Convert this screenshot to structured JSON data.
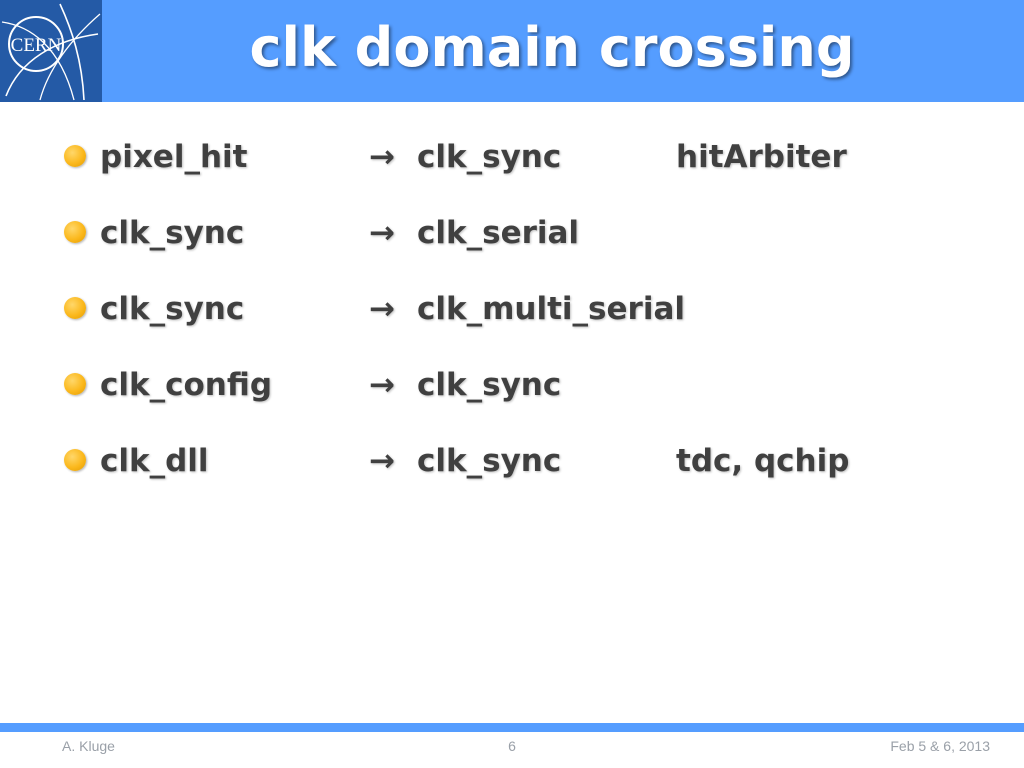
{
  "slide": {
    "title": "clk domain crossing",
    "logo_text": "CERN",
    "arrow_glyph": "→",
    "rows": [
      {
        "source": "pixel_hit",
        "target": "clk_sync",
        "note": "hitArbiter"
      },
      {
        "source": "clk_sync",
        "target": "clk_serial",
        "note": ""
      },
      {
        "source": "clk_sync",
        "target": "clk_multi_serial",
        "note": ""
      },
      {
        "source": "clk_config",
        "target": "clk_sync",
        "note": ""
      },
      {
        "source": "clk_dll",
        "target": "clk_sync",
        "note": "tdc, qchip"
      }
    ]
  },
  "footer": {
    "author": "A. Kluge",
    "page_number": "6",
    "date": "Feb 5 & 6, 2013"
  },
  "colors": {
    "header_blue": "#559dff",
    "logo_blue": "#245aa6",
    "bullet_orange": "#fbb81c",
    "text_gray": "#404040"
  }
}
